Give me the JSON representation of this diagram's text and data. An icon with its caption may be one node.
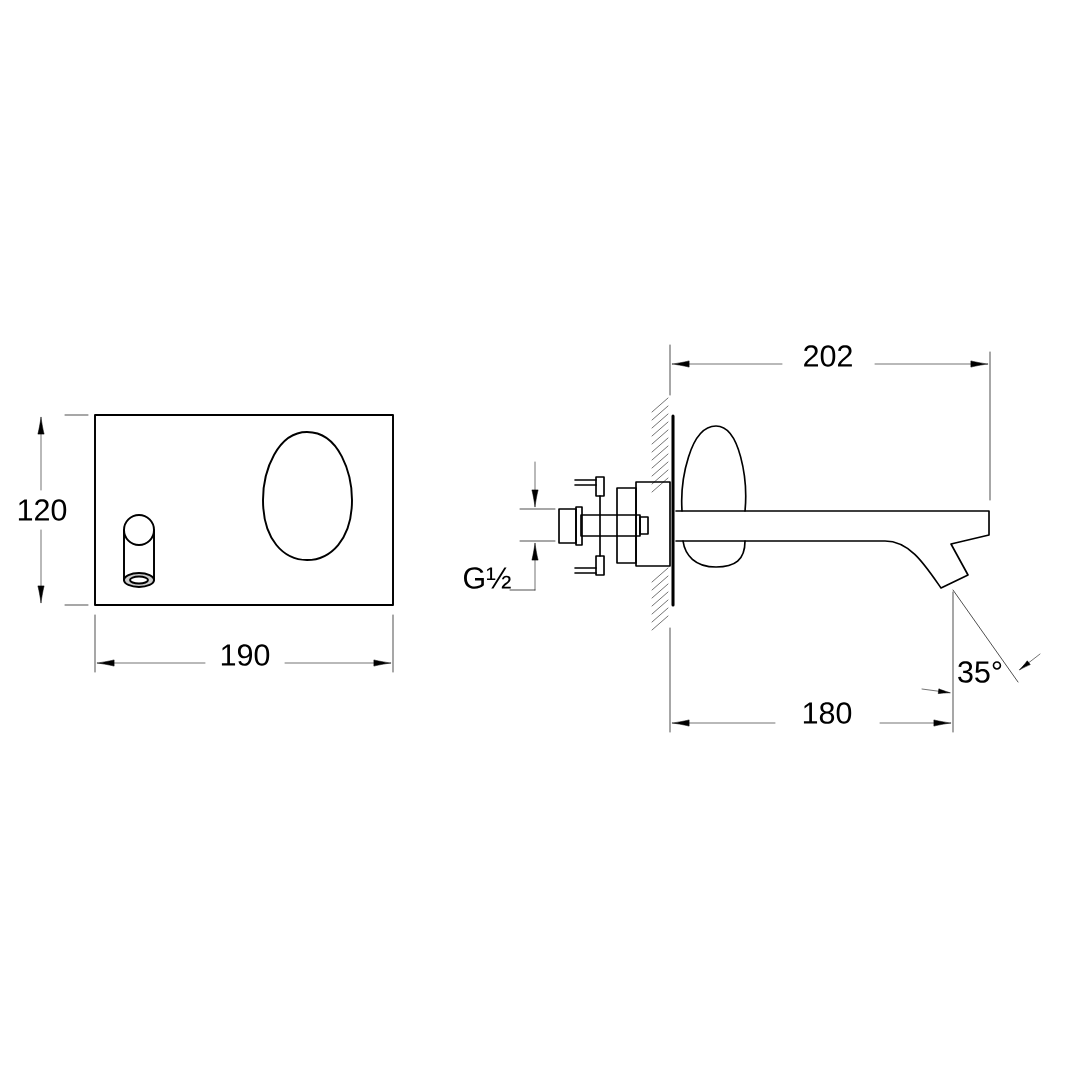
{
  "diagram": {
    "labels": [
      "202",
      "120",
      "G½",
      "190",
      "35°",
      "180"
    ]
  }
}
